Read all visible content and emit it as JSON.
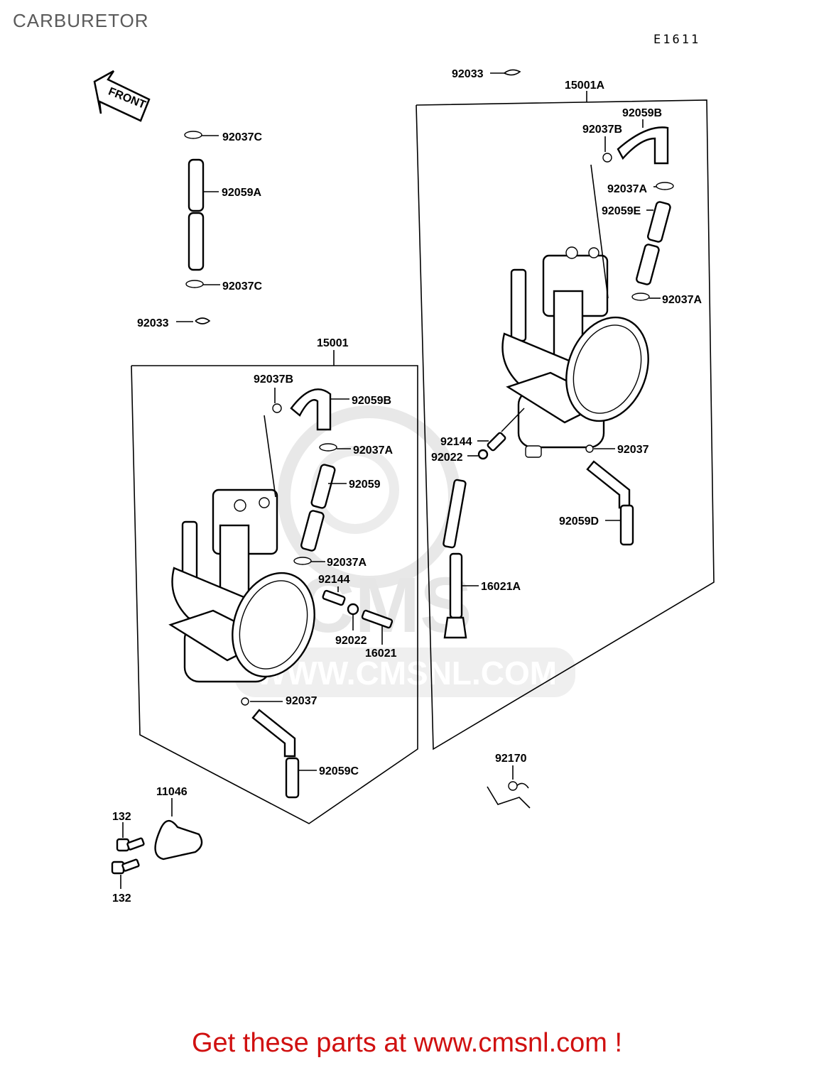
{
  "header": {
    "title": "CARBURETOR",
    "ref_code": "E1611"
  },
  "direction_arrow": {
    "label": "FRONT"
  },
  "watermark": {
    "logo": "CMS",
    "url": "WWW.CMSNL.COM"
  },
  "assemblies": {
    "left": "15001",
    "right": "15001A"
  },
  "labels": {
    "92033_top": "92033",
    "92037C_top": "92037C",
    "92059A": "92059A",
    "92037C_bottom": "92037C",
    "92033_left": "92033",
    "15001": "15001",
    "92037B_left": "92037B",
    "92059B_left": "92059B",
    "92037A_left_top": "92037A",
    "92059_left": "92059",
    "92037A_left_bottom": "92037A",
    "92144_left": "92144",
    "92022_left": "92022",
    "16021": "16021",
    "92037_left": "92037",
    "92059C": "92059C",
    "15001A": "15001A",
    "92059B_right": "92059B",
    "92037B_right": "92037B",
    "92037A_right_top": "92037A",
    "92059E": "92059E",
    "92037A_right_bottom": "92037A",
    "92144_right": "92144",
    "92022_right": "92022",
    "92037_right": "92037",
    "92059D": "92059D",
    "16021A": "16021A",
    "92170": "92170",
    "11046": "11046",
    "132_top": "132",
    "132_bottom": "132"
  },
  "footer": {
    "promo": "Get these parts at www.cmsnl.com !",
    "promo_color": "#d01010"
  }
}
